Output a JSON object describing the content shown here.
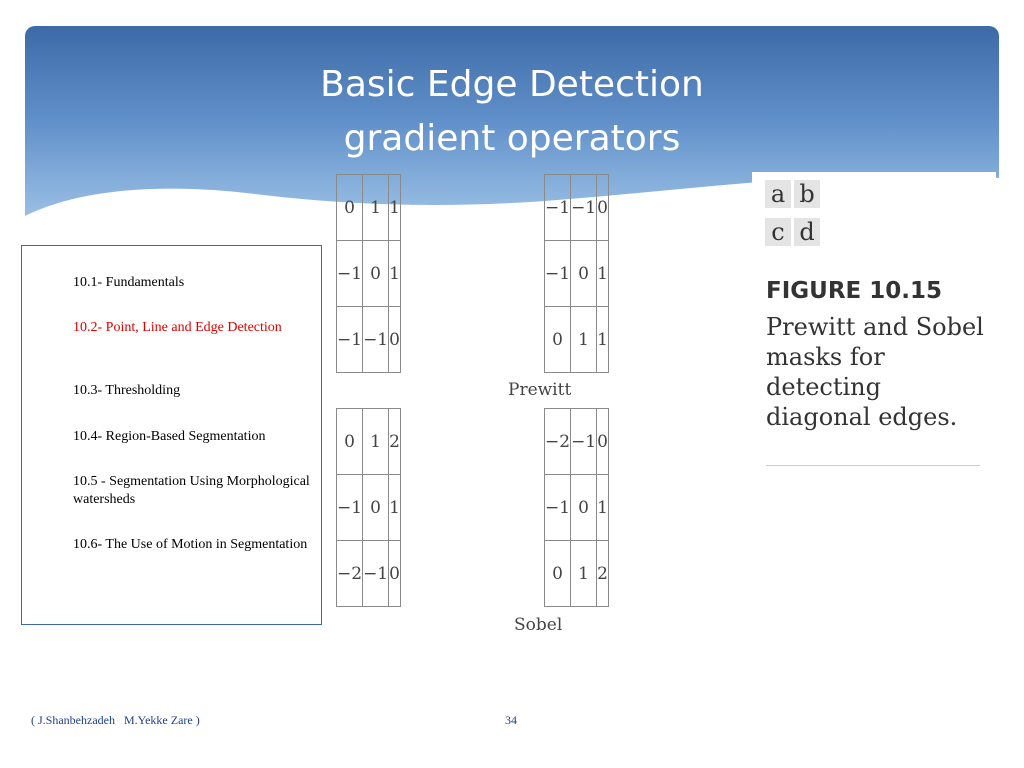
{
  "slide": {
    "title_line1": "Basic Edge Detection",
    "title_line2": "gradient operators",
    "header_color": "#3d6aa6"
  },
  "toc": {
    "items": [
      {
        "label": "10.1- Fundamentals",
        "active": false
      },
      {
        "label": "10.2- Point, Line and Edge Detection",
        "active": true
      },
      {
        "label": "10.3- Thresholding",
        "active": false
      },
      {
        "label": "10.4- Region-Based Segmentation",
        "active": false
      },
      {
        "label": "10.5 - Segmentation Using Morphological watersheds",
        "active": false
      },
      {
        "label": "10.6- The Use of Motion in Segmentation",
        "active": false
      }
    ],
    "active_color": "#e00000"
  },
  "figure": {
    "panel_labels": [
      "a",
      "b",
      "c",
      "d"
    ],
    "number": "FIGURE 10.15",
    "description": "Prewitt and Sobel masks for detecting diagonal edges.",
    "prewitt": {
      "caption": "Prewitt",
      "mask_a": [
        [
          "0",
          "1",
          "1"
        ],
        [
          "−1",
          "0",
          "1"
        ],
        [
          "−1",
          "−1",
          "0"
        ]
      ],
      "mask_b": [
        [
          "−1",
          "−1",
          "0"
        ],
        [
          "−1",
          "0",
          "1"
        ],
        [
          "0",
          "1",
          "1"
        ]
      ]
    },
    "sobel": {
      "caption": "Sobel",
      "mask_c": [
        [
          "0",
          "1",
          "2"
        ],
        [
          "−1",
          "0",
          "1"
        ],
        [
          "−2",
          "−1",
          "0"
        ]
      ],
      "mask_d": [
        [
          "−2",
          "−1",
          "0"
        ],
        [
          "−1",
          "0",
          "1"
        ],
        [
          "0",
          "1",
          "2"
        ]
      ]
    }
  },
  "footer": {
    "authors": "( J.Shanbehzadeh   M.Yekke Zare )",
    "page_number": "34"
  }
}
